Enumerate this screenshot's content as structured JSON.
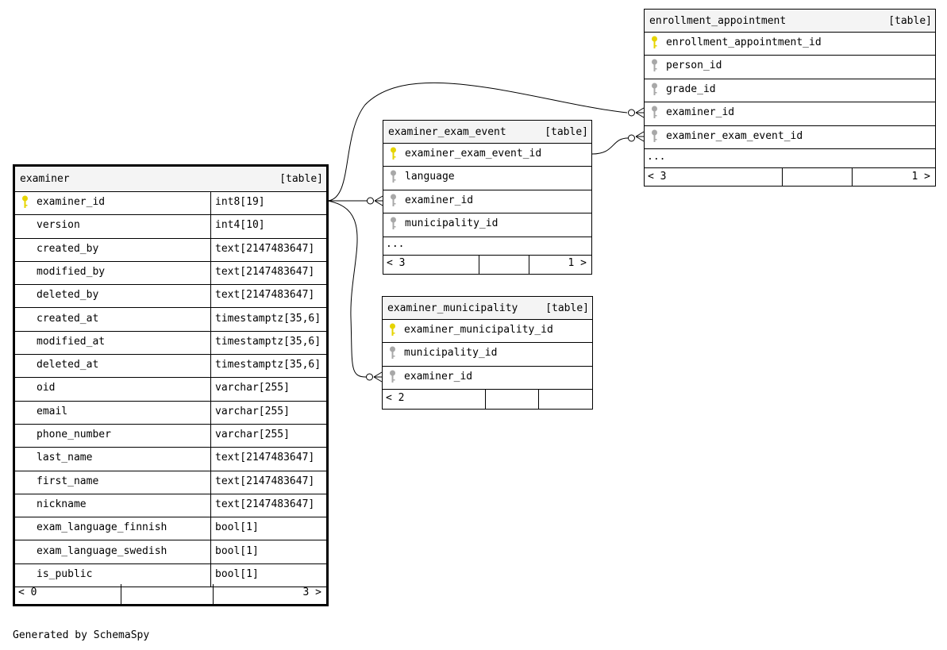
{
  "colors": {
    "pk_key": "#e6d400",
    "fk_key": "#a8a8a8",
    "header_bg": "#f4f4f4"
  },
  "icons": {
    "primary_key": "key-icon-primary",
    "foreign_key": "key-icon-foreign"
  },
  "tables": {
    "examiner": {
      "name": "examiner",
      "type_label": "[table]",
      "columns": [
        {
          "name": "examiner_id",
          "type": "int8[19]",
          "key": "pk"
        },
        {
          "name": "version",
          "type": "int4[10]",
          "key": ""
        },
        {
          "name": "created_by",
          "type": "text[2147483647]",
          "key": ""
        },
        {
          "name": "modified_by",
          "type": "text[2147483647]",
          "key": ""
        },
        {
          "name": "deleted_by",
          "type": "text[2147483647]",
          "key": ""
        },
        {
          "name": "created_at",
          "type": "timestamptz[35,6]",
          "key": ""
        },
        {
          "name": "modified_at",
          "type": "timestamptz[35,6]",
          "key": ""
        },
        {
          "name": "deleted_at",
          "type": "timestamptz[35,6]",
          "key": ""
        },
        {
          "name": "oid",
          "type": "varchar[255]",
          "key": ""
        },
        {
          "name": "email",
          "type": "varchar[255]",
          "key": ""
        },
        {
          "name": "phone_number",
          "type": "varchar[255]",
          "key": ""
        },
        {
          "name": "last_name",
          "type": "text[2147483647]",
          "key": ""
        },
        {
          "name": "first_name",
          "type": "text[2147483647]",
          "key": ""
        },
        {
          "name": "nickname",
          "type": "text[2147483647]",
          "key": ""
        },
        {
          "name": "exam_language_finnish",
          "type": "bool[1]",
          "key": ""
        },
        {
          "name": "exam_language_swedish",
          "type": "bool[1]",
          "key": ""
        },
        {
          "name": "is_public",
          "type": "bool[1]",
          "key": ""
        }
      ],
      "footer_left": "< 0",
      "footer_right": "3 >"
    },
    "enrollment_appointment": {
      "name": "enrollment_appointment",
      "type_label": "[table]",
      "columns": [
        {
          "name": "enrollment_appointment_id",
          "key": "pk"
        },
        {
          "name": "person_id",
          "key": "fk"
        },
        {
          "name": "grade_id",
          "key": "fk"
        },
        {
          "name": "examiner_id",
          "key": "fk"
        },
        {
          "name": "examiner_exam_event_id",
          "key": "fk"
        }
      ],
      "more": "...",
      "footer_left": "< 3",
      "footer_right": "1 >"
    },
    "examiner_exam_event": {
      "name": "examiner_exam_event",
      "type_label": "[table]",
      "columns": [
        {
          "name": "examiner_exam_event_id",
          "key": "pk"
        },
        {
          "name": "language",
          "key": "fk"
        },
        {
          "name": "examiner_id",
          "key": "fk"
        },
        {
          "name": "municipality_id",
          "key": "fk"
        }
      ],
      "more": "...",
      "footer_left": "< 3",
      "footer_right": "1 >"
    },
    "examiner_municipality": {
      "name": "examiner_municipality",
      "type_label": "[table]",
      "columns": [
        {
          "name": "examiner_municipality_id",
          "key": "pk"
        },
        {
          "name": "municipality_id",
          "key": "fk"
        },
        {
          "name": "examiner_id",
          "key": "fk"
        }
      ],
      "footer_left": "< 2",
      "footer_right": ""
    }
  },
  "relationships": [
    {
      "from": "examiner.examiner_id",
      "to": "examiner_exam_event.examiner_id"
    },
    {
      "from": "examiner.examiner_id",
      "to": "examiner_municipality.examiner_id"
    },
    {
      "from": "examiner.examiner_id",
      "to": "enrollment_appointment.examiner_id"
    },
    {
      "from": "examiner_exam_event.examiner_exam_event_id",
      "to": "enrollment_appointment.examiner_exam_event_id"
    }
  ],
  "footer_text": "Generated by SchemaSpy"
}
